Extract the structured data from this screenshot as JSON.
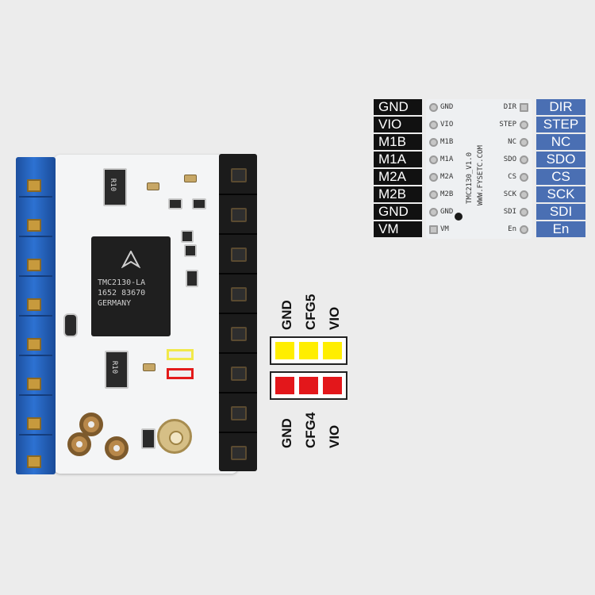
{
  "board": {
    "chip_lines": [
      "TMC2130-LA",
      "1652 83670",
      "GERMANY"
    ],
    "resistor_labels": [
      "R10",
      "R10"
    ],
    "colors": {
      "blue_header": "#2d72d2",
      "pcb": "#f4f5f6",
      "chip": "#1f1f1f"
    },
    "icons": [
      "trinamic-logo-icon"
    ]
  },
  "cfg": {
    "top_labels": [
      "GND",
      "CFG5",
      "VIO"
    ],
    "bottom_labels": [
      "GND",
      "CFG4",
      "VIO"
    ],
    "top_color": "#ffee00",
    "bottom_color": "#e3171b"
  },
  "pinout": {
    "left_labels": [
      "GND",
      "VIO",
      "M1B",
      "M1A",
      "M2A",
      "M2B",
      "GND",
      "VM"
    ],
    "right_labels": [
      "DIR",
      "STEP",
      "NC",
      "SDO",
      "CS",
      "SCK",
      "SDI",
      "En"
    ],
    "board_left_labels": [
      "GND",
      "VIO",
      "M1B",
      "M1A",
      "M2A",
      "M2B",
      "GND",
      "VM"
    ],
    "board_right_labels": [
      "DIR",
      "STEP",
      "NC",
      "SDO",
      "CS",
      "SCK",
      "SDI",
      "En"
    ],
    "board_silk": [
      "TMC2130_V1.0",
      "WWW.FYSETC.COM"
    ],
    "left_bg": "#111111",
    "right_bg": "#4a6fb3"
  }
}
